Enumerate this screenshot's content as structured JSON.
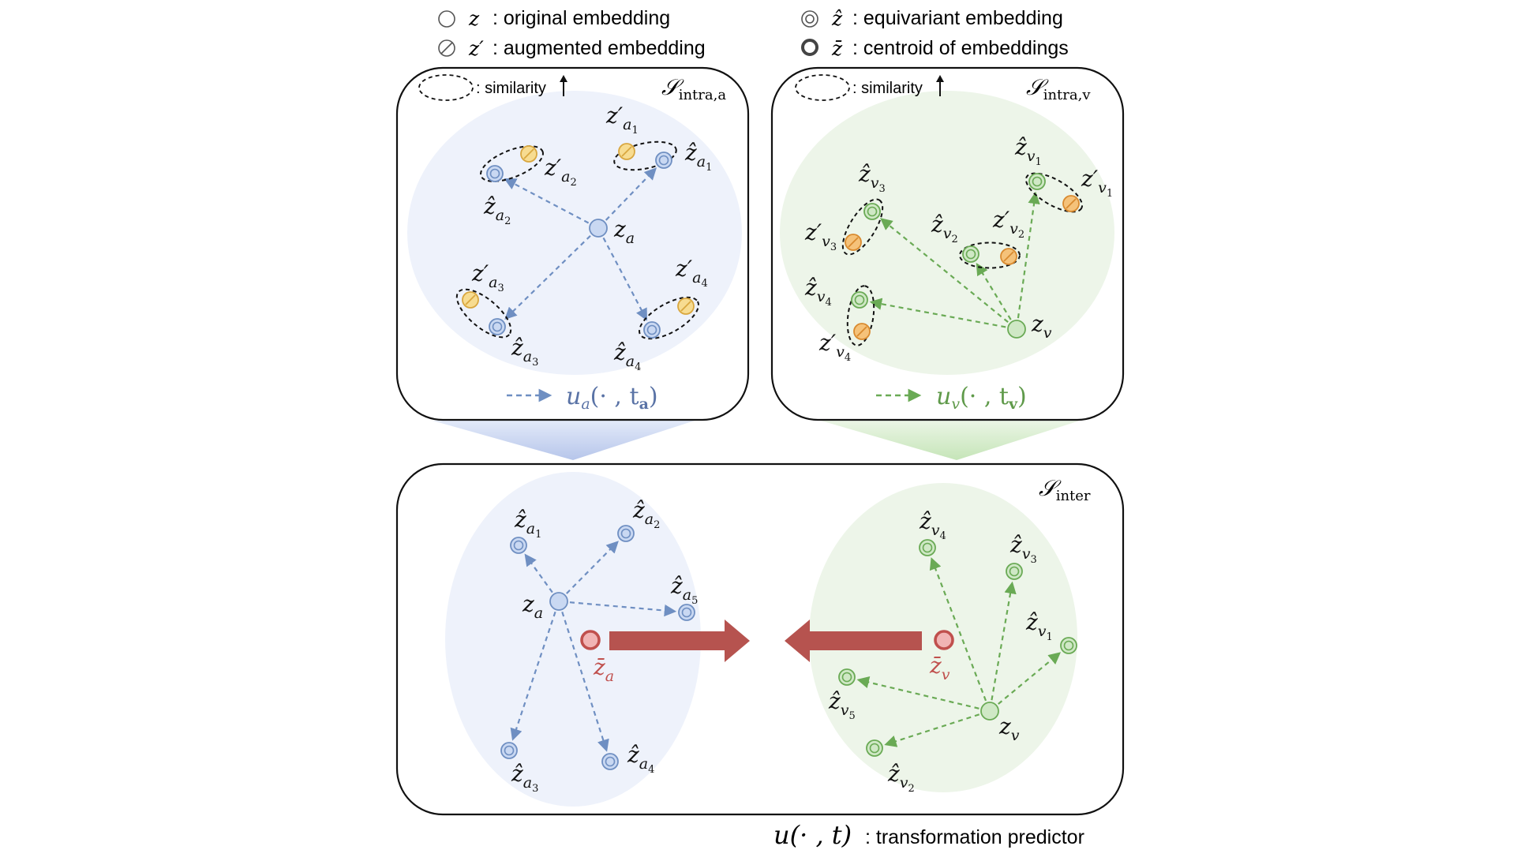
{
  "legend": {
    "left": [
      {
        "symbol": "z",
        "text": ": original embedding",
        "marker": "plain"
      },
      {
        "symbol": "z′",
        "text": ": augmented embedding",
        "marker": "slash"
      }
    ],
    "right": [
      {
        "symbol": "ẑ",
        "text": ": equivariant embedding",
        "marker": "double"
      },
      {
        "symbol": "z̄",
        "text": ": centroid of embeddings",
        "marker": "bold"
      }
    ]
  },
  "panels": {
    "intra_a": {
      "similarity_label": ": similarity",
      "space_label_main": "𝒮",
      "space_label_sub": "intra,a",
      "predictor_label": "u",
      "predictor_sub": "a",
      "predictor_args": "(· , t",
      "predictor_targ": "a",
      "predictor_close": ")",
      "center": {
        "base": "z",
        "sub": "a"
      },
      "pairs": [
        {
          "hat_base": "ẑ",
          "hat_sub": "a",
          "hat_idx": "1",
          "aug_base": "z′",
          "aug_sub": "a",
          "aug_idx": "1"
        },
        {
          "hat_base": "ẑ",
          "hat_sub": "a",
          "hat_idx": "2",
          "aug_base": "z′",
          "aug_sub": "a",
          "aug_idx": "2"
        },
        {
          "hat_base": "ẑ",
          "hat_sub": "a",
          "hat_idx": "3",
          "aug_base": "z′",
          "aug_sub": "a",
          "aug_idx": "3"
        },
        {
          "hat_base": "ẑ",
          "hat_sub": "a",
          "hat_idx": "4",
          "aug_base": "z′",
          "aug_sub": "a",
          "aug_idx": "4"
        }
      ]
    },
    "intra_v": {
      "similarity_label": ": similarity",
      "space_label_main": "𝒮",
      "space_label_sub": "intra,v",
      "predictor_label": "u",
      "predictor_sub": "v",
      "predictor_args": "(· , t",
      "predictor_targ": "v",
      "predictor_close": ")",
      "center": {
        "base": "z",
        "sub": "v"
      },
      "pairs": [
        {
          "hat_base": "ẑ",
          "hat_sub": "v",
          "hat_idx": "1",
          "aug_base": "z′",
          "aug_sub": "v",
          "aug_idx": "1"
        },
        {
          "hat_base": "ẑ",
          "hat_sub": "v",
          "hat_idx": "2",
          "aug_base": "z′",
          "aug_sub": "v",
          "aug_idx": "2"
        },
        {
          "hat_base": "ẑ",
          "hat_sub": "v",
          "hat_idx": "3",
          "aug_base": "z′",
          "aug_sub": "v",
          "aug_idx": "3"
        },
        {
          "hat_base": "ẑ",
          "hat_sub": "v",
          "hat_idx": "4",
          "aug_base": "z′",
          "aug_sub": "v",
          "aug_idx": "4"
        }
      ]
    },
    "inter": {
      "space_label_main": "𝒮",
      "space_label_sub": "inter",
      "left_center": {
        "base": "z",
        "sub": "a"
      },
      "right_center": {
        "base": "z",
        "sub": "v"
      },
      "left_centroid": {
        "base": "z̄",
        "sub": "a"
      },
      "right_centroid": {
        "base": "z̄",
        "sub": "v"
      },
      "left_nodes": [
        {
          "base": "ẑ",
          "sub": "a",
          "idx": "1"
        },
        {
          "base": "ẑ",
          "sub": "a",
          "idx": "2"
        },
        {
          "base": "ẑ",
          "sub": "a",
          "idx": "5"
        },
        {
          "base": "ẑ",
          "sub": "a",
          "idx": "3"
        },
        {
          "base": "ẑ",
          "sub": "a",
          "idx": "4"
        }
      ],
      "right_nodes": [
        {
          "base": "ẑ",
          "sub": "v",
          "idx": "4"
        },
        {
          "base": "ẑ",
          "sub": "v",
          "idx": "3"
        },
        {
          "base": "ẑ",
          "sub": "v",
          "idx": "1"
        },
        {
          "base": "ẑ",
          "sub": "v",
          "idx": "5"
        },
        {
          "base": "ẑ",
          "sub": "v",
          "idx": "2"
        }
      ]
    }
  },
  "footer": {
    "predictor": "u(· , t)",
    "text": ": transformation predictor"
  },
  "colors": {
    "audio_fill": "#c9d8f2",
    "audio_stroke": "#6f8fc2",
    "audio_bg": "#eef2fb",
    "video_fill": "#cfe8c5",
    "video_stroke": "#6aaa55",
    "video_bg": "#edf5e9",
    "aug_fill": "#f7dc91",
    "aug_stroke": "#d9a73f",
    "aug_orange_fill": "#f5c27a",
    "aug_orange_stroke": "#d98a2f",
    "centroid_fill": "#f1b4b4",
    "centroid_stroke": "#c0504d",
    "arrow_red": "#b6534f",
    "text_blue": "#5a73a6",
    "text_green": "#5f9a4a"
  }
}
